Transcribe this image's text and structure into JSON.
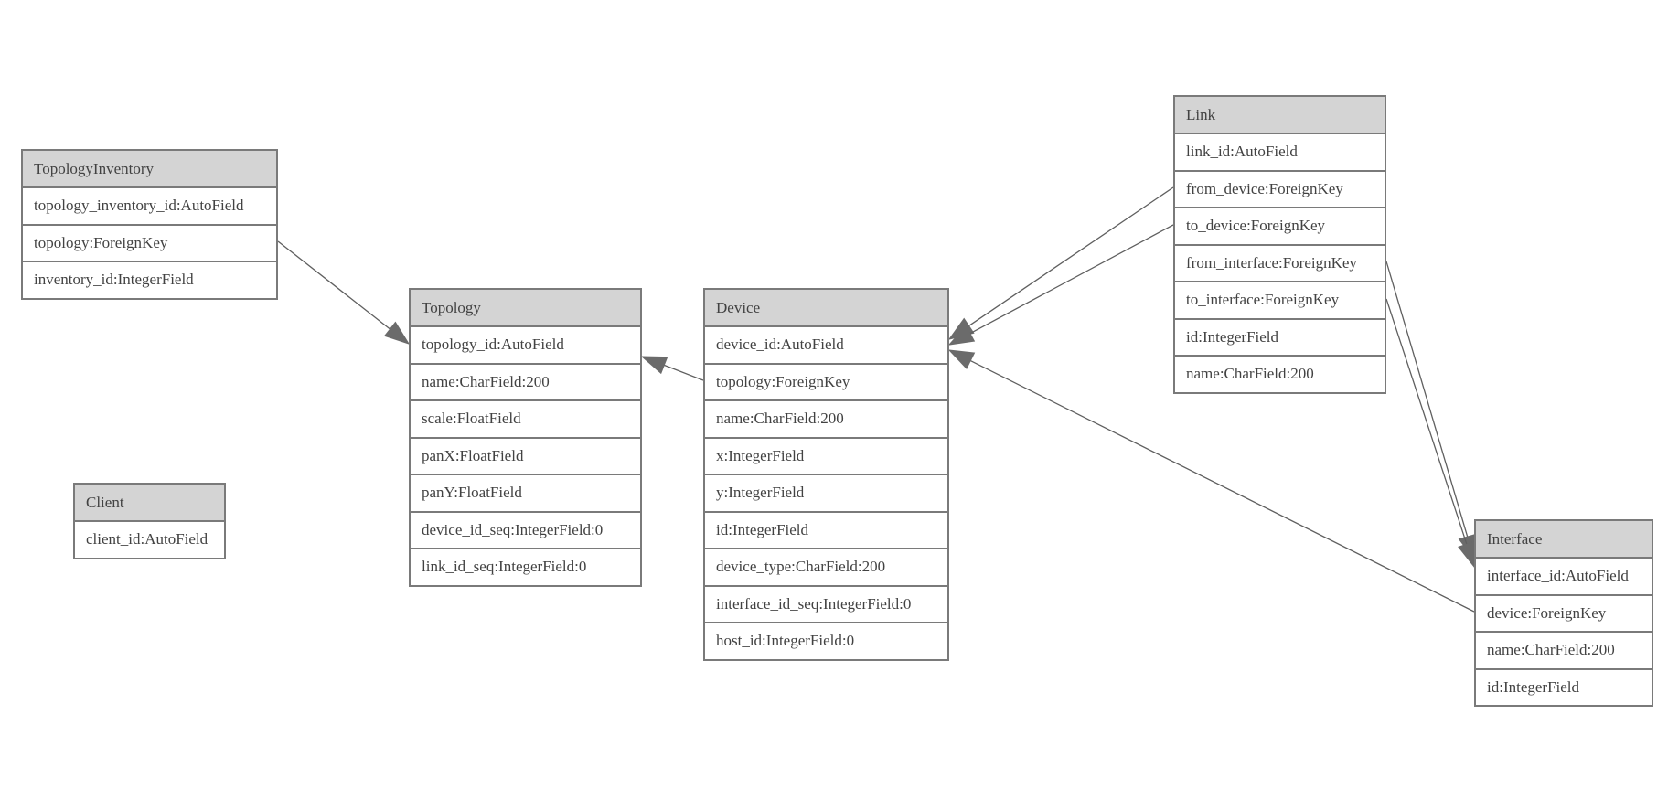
{
  "diagram": {
    "kind": "django-model-er-diagram",
    "colors": {
      "background": "#ffffff",
      "header_fill": "#d4d4d4",
      "border": "#7a7a7a",
      "text": "#424242",
      "line": "#5f5f5f",
      "arrow_fill": "#6b6b6b"
    },
    "entities": {
      "topology_inventory": {
        "title": "TopologyInventory",
        "fields": [
          "topology_inventory_id:AutoField",
          "topology:ForeignKey",
          "inventory_id:IntegerField"
        ]
      },
      "topology": {
        "title": "Topology",
        "fields": [
          "topology_id:AutoField",
          "name:CharField:200",
          "scale:FloatField",
          "panX:FloatField",
          "panY:FloatField",
          "device_id_seq:IntegerField:0",
          "link_id_seq:IntegerField:0"
        ]
      },
      "client": {
        "title": "Client",
        "fields": [
          "client_id:AutoField"
        ]
      },
      "device": {
        "title": "Device",
        "fields": [
          "device_id:AutoField",
          "topology:ForeignKey",
          "name:CharField:200",
          "x:IntegerField",
          "y:IntegerField",
          "id:IntegerField",
          "device_type:CharField:200",
          "interface_id_seq:IntegerField:0",
          "host_id:IntegerField:0"
        ]
      },
      "link": {
        "title": "Link",
        "fields": [
          "link_id:AutoField",
          "from_device:ForeignKey",
          "to_device:ForeignKey",
          "from_interface:ForeignKey",
          "to_interface:ForeignKey",
          "id:IntegerField",
          "name:CharField:200"
        ]
      },
      "interface": {
        "title": "Interface",
        "fields": [
          "interface_id:AutoField",
          "device:ForeignKey",
          "name:CharField:200",
          "id:IntegerField"
        ]
      }
    },
    "relations": [
      {
        "from_entity": "TopologyInventory",
        "from_field": "topology:ForeignKey",
        "to_entity": "Topology"
      },
      {
        "from_entity": "Device",
        "from_field": "topology:ForeignKey",
        "to_entity": "Topology"
      },
      {
        "from_entity": "Link",
        "from_field": "from_device:ForeignKey",
        "to_entity": "Device"
      },
      {
        "from_entity": "Link",
        "from_field": "to_device:ForeignKey",
        "to_entity": "Device"
      },
      {
        "from_entity": "Link",
        "from_field": "from_interface:ForeignKey",
        "to_entity": "Interface"
      },
      {
        "from_entity": "Link",
        "from_field": "to_interface:ForeignKey",
        "to_entity": "Interface"
      },
      {
        "from_entity": "Interface",
        "from_field": "device:ForeignKey",
        "to_entity": "Device"
      }
    ]
  }
}
